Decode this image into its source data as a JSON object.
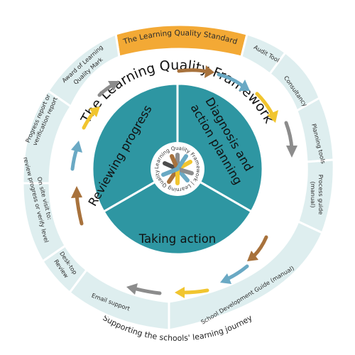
{
  "framework": {
    "title": "The Learning Quality Framework",
    "bottom_caption": "Supporting the schools' learning journey",
    "outer_segments": [
      {
        "id": "standard",
        "label": "The Learning Quality Standard"
      },
      {
        "id": "audit-tool",
        "label": "Audit Tool"
      },
      {
        "id": "consultancy",
        "label": "Consultancy"
      },
      {
        "id": "planning-tools",
        "label": "Planning tools"
      },
      {
        "id": "process-guide",
        "line1": "Process guide",
        "line2": "(manual)"
      },
      {
        "id": "sdg",
        "label": "School Development Guide (manual)"
      },
      {
        "id": "email",
        "label": "Email support"
      },
      {
        "id": "desktop",
        "line1": "Desk-top",
        "line2": "Review"
      },
      {
        "id": "onsite",
        "line1": "On site visit to:",
        "line2": "review progress or verify level"
      },
      {
        "id": "progress-report",
        "line1": "Progress report or",
        "line2": "verification report"
      },
      {
        "id": "award",
        "line1": "Award of Learning",
        "line2": "Quality Mark"
      }
    ],
    "inner_sectors": {
      "reviewing": "Reviewing progress",
      "diagnosis_line1": "Diagnosis and",
      "diagnosis_line2": "action planning",
      "taking_action": "Taking action"
    },
    "logo": {
      "ring_text": "Learning Quality Framework | Learning Quality Framework |"
    },
    "colors": {
      "teal_inner": "#2e96a2",
      "segment_light": "#deeeef",
      "standard_orange": "#f3a935",
      "arrow_brown": "#a8723c",
      "arrow_blue": "#6aa9c4",
      "arrow_yellow": "#f1c52f",
      "arrow_grey": "#8c8c8c"
    }
  }
}
